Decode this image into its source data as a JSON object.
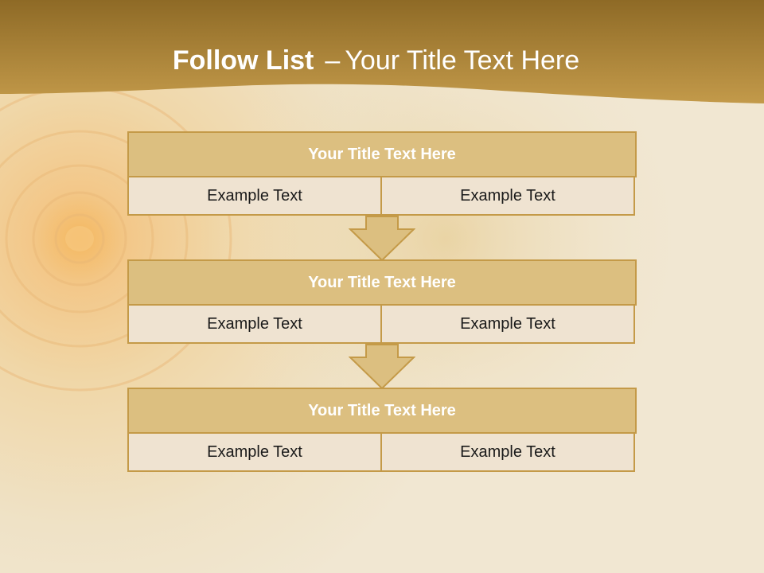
{
  "slide": {
    "title_bold": "Follow List",
    "title_dash": "–",
    "title_rest": "Your Title Text Here"
  },
  "blocks": [
    {
      "title": "Your Title Text Here",
      "left": "Example Text",
      "right": "Example Text"
    },
    {
      "title": "Your Title Text Here",
      "left": "Example Text",
      "right": "Example Text"
    },
    {
      "title": "Your Title Text Here",
      "left": "Example Text",
      "right": "Example Text"
    }
  ],
  "colors": {
    "band": "#b48a32",
    "header_fill": "#dcbf80",
    "border": "#c49a48",
    "cell_fill": "#efe3d1",
    "arrow_fill": "#dcbf80"
  }
}
